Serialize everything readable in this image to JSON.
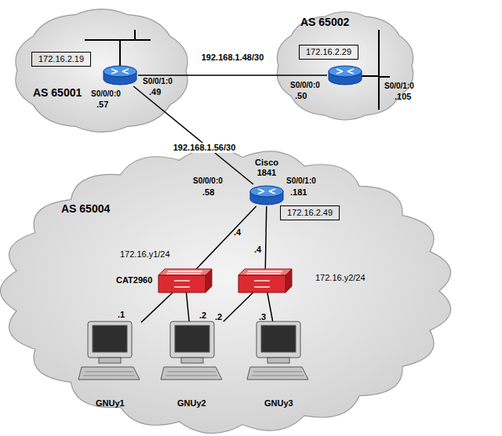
{
  "diagram": {
    "nodes": [
      {
        "text": [
          "AS 65001"
        ]
      },
      {
        "text": [
          "172.16.2.19"
        ],
        "in": 0
      },
      {
        "text": [
          "AS 65002"
        ]
      },
      {
        "text": [
          "172.16.2.29"
        ],
        "in": 2
      },
      {
        "text": [
          "AS 65004"
        ]
      },
      {
        "text": [
          "Cisco 1841",
          "172.16.2.49"
        ],
        "in": 4
      },
      {
        "text": [
          "172.16.y1/24",
          "CAT2960"
        ],
        "in": 4
      },
      {
        "text": [
          "172.16.y2/24"
        ],
        "in": 4
      },
      {
        "text": [
          "GNUy1"
        ],
        "in": 4
      },
      {
        "text": [
          "GNUy2"
        ],
        "in": 4
      },
      {
        "text": [
          "GNUy3"
        ],
        "in": 4
      }
    ],
    "edges": [
      {
        "from": 1,
        "to": 3,
        "arrow": "none",
        "label": "192.168.1.48/30"
      },
      {
        "from": 1,
        "to": 5,
        "arrow": "none",
        "label": "192.168.1.56/30"
      },
      {
        "from": 5,
        "to": 6,
        "arrow": "none"
      },
      {
        "from": 5,
        "to": 7,
        "arrow": "none"
      },
      {
        "from": 6,
        "to": 8,
        "arrow": "none"
      },
      {
        "from": 6,
        "to": 9,
        "arrow": "none"
      },
      {
        "from": 7,
        "to": 9,
        "arrow": "none"
      },
      {
        "from": 7,
        "to": 10,
        "arrow": "none"
      }
    ],
    "labels": [
      "S0/0/0:0",
      ".57",
      "S0/0/1:0",
      ".49",
      "S0/0/0:0",
      ".50",
      "S0/0/1:0",
      ".105",
      "S0/0/0:0",
      ".58",
      "S0/0/1:0",
      ".181",
      ".4",
      ".4",
      ".1",
      ".2",
      ".2",
      ".3"
    ]
  }
}
